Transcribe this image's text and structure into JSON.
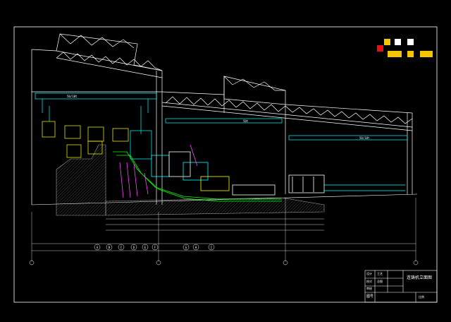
{
  "drawing": {
    "title": "连铸机立面图",
    "colors": {
      "background": "#000000",
      "frame": "#ffffff",
      "structure": "#ffffff",
      "truss": "#ffffff",
      "equipment_cyan": "#00ffff",
      "equipment_green": "#00ff00",
      "equipment_yellow": "#ffff00",
      "equipment_magenta": "#ff44ff",
      "dimension": "#ffffff",
      "foundation_hatch": "#808080",
      "logo_red": "#e81010",
      "logo_yellow": "#f5c400",
      "logo_white": "#ffffff"
    },
    "axis_markers": [
      "A",
      "B",
      "C",
      "D",
      "E",
      "F",
      "G",
      "H",
      "I"
    ],
    "crane_labels": [
      "50/10t",
      "50t",
      "50/10t"
    ],
    "title_block": {
      "rows": [
        [
          "设计",
          "工艺",
          ""
        ],
        [
          "校对",
          "总图",
          ""
        ],
        [
          "审核",
          "",
          ""
        ],
        [
          "图号",
          "",
          "比例"
        ]
      ]
    }
  }
}
